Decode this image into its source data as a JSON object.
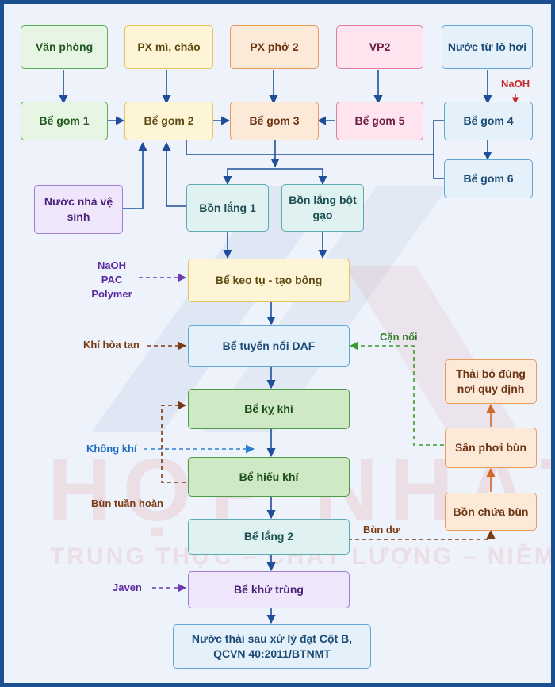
{
  "watermark": {
    "big": "HỢP NHẤT",
    "slogan": "TRUNG THỰC – CHẤT LƯỢNG – NIỀM TIN"
  },
  "nodes": {
    "van_phong": "Văn phòng",
    "px_mi_chao": "PX mì, cháo",
    "px_pho_2": "PX phở 2",
    "vp2": "VP2",
    "nuoc_tu_lo_hoi": "Nước từ lò hơi",
    "be_gom_1": "Bể gom 1",
    "be_gom_2": "Bể gom 2",
    "be_gom_3": "Bể gom 3",
    "be_gom_5": "Bể gom 5",
    "be_gom_4": "Bể gom 4",
    "be_gom_6": "Bể gom 6",
    "nuoc_nha_ve_sinh": "Nước nhà vệ sinh",
    "bon_lang_1": "Bồn lắng 1",
    "bon_lang_bot_gao": "Bồn lắng bột gạo",
    "be_keo_tu": "Bể keo tụ - tạo bông",
    "be_tuyen_noi": "Bể tuyển nổi DAF",
    "be_ky_khi": "Bể kỵ khí",
    "be_hieu_khi": "Bể hiếu khí",
    "be_lang_2": "Bể lắng 2",
    "be_khu_trung": "Bể khử trùng",
    "nuoc_thai_sau": "Nước thải sau xử lý đạt Cột B, QCVN 40:2011/BTNMT",
    "thai_bo": "Thải bỏ đúng nơi quy định",
    "san_phoi_bun": "Sân phơi bùn",
    "bon_chua_bun": "Bồn chứa bùn"
  },
  "labels": {
    "naoh_top": "NaOH",
    "naoh": "NaOH",
    "pac": "PAC",
    "polymer": "Polymer",
    "khi_hoa_tan": "Khí hòa tan",
    "can_noi": "Cặn nổi",
    "khong_khi": "Không khí",
    "bun_tuan_hoan": "Bùn tuần hoàn",
    "bun_du": "Bùn dư",
    "javen": "Javen"
  },
  "colors": {
    "arrow": "#1f4f9a",
    "dashed_purple": "#6a3ab0",
    "dashed_brown": "#7a3a12",
    "dashed_blue": "#2a7fd4",
    "dashed_green": "#3a9a2f",
    "sludge_arrow": "#d0692a",
    "naoh_arrow": "#c62828"
  }
}
